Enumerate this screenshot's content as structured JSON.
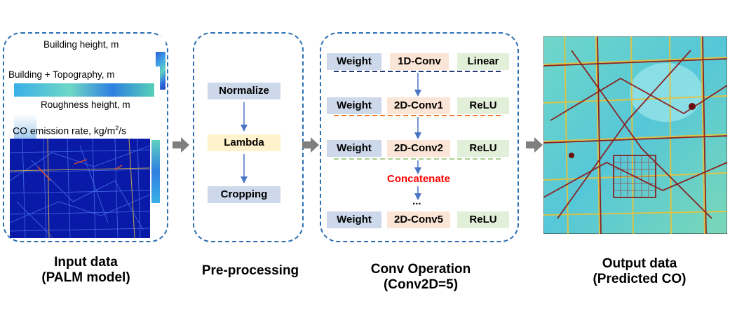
{
  "input_panel": {
    "layers": [
      {
        "label": "Building  height, m"
      },
      {
        "label": "Building + Topography, m"
      },
      {
        "label": "Roughness  height, m"
      }
    ],
    "co_label_prefix": "CO emission rate, kg/m",
    "co_label_sup": "2",
    "co_label_suffix": "/s",
    "caption_line1": "Input data",
    "caption_line2": "(PALM model)"
  },
  "preprocess_panel": {
    "steps": [
      "Normalize",
      "Lambda",
      "Cropping"
    ],
    "caption": "Pre-processing"
  },
  "conv_panel": {
    "rows": [
      {
        "weight": "Weight",
        "op": "1D-Conv",
        "act": "Linear"
      },
      {
        "weight": "Weight",
        "op": "2D-Conv1",
        "act": "ReLU"
      },
      {
        "weight": "Weight",
        "op": "2D-Conv2",
        "act": "ReLU"
      },
      {
        "weight": "Weight",
        "op": "2D-Conv5",
        "act": "ReLU"
      }
    ],
    "concatenate": "Concatenate",
    "ellipsis": "...",
    "caption_line1": "Conv Operation",
    "caption_line2": "(Conv2D=5)"
  },
  "output_panel": {
    "caption_line1": "Output data",
    "caption_line2": "(Predicted CO)"
  },
  "colors": {
    "panel_border": "#2a6fb3",
    "weight_box": "#cdd8ea",
    "op_box": "#fbe5d6",
    "act_box": "#e2f0d9",
    "lambda_box": "#fff2cc",
    "concatenate_text": "#ff0000",
    "stage_arrow": "#7f7f7f",
    "flow_arrow": "#4a74c4"
  }
}
